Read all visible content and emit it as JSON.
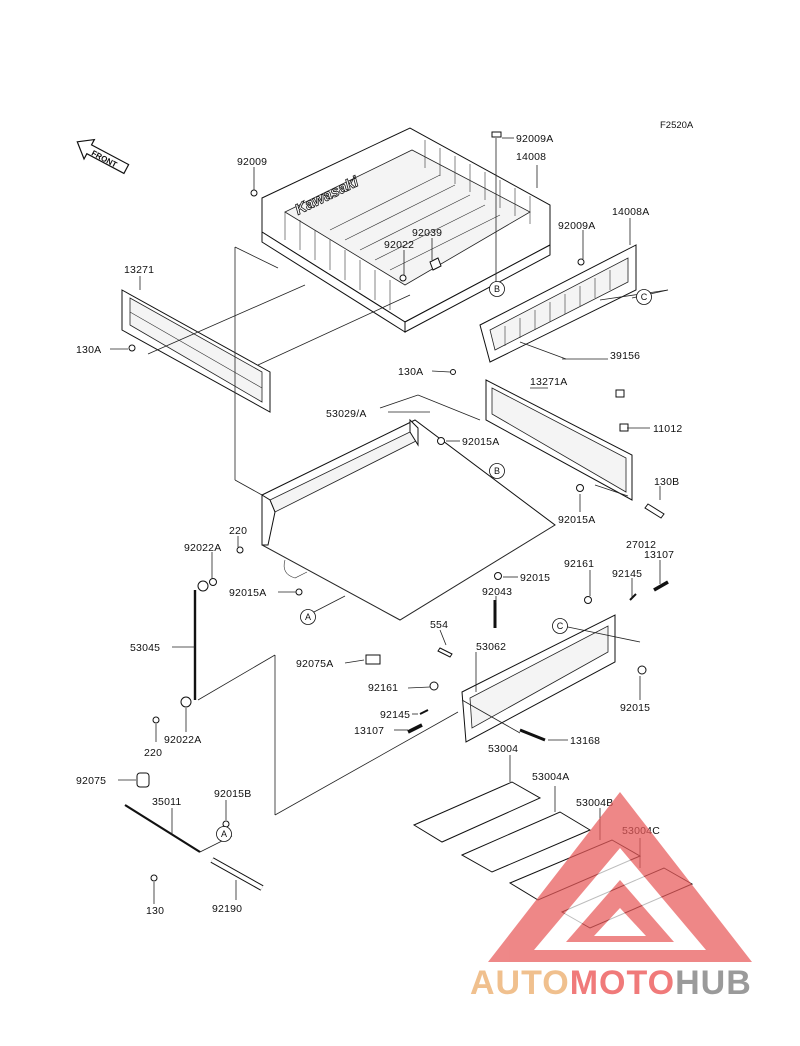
{
  "diagram_code": "F2520A",
  "front_label": "FRONT",
  "bed_brand": "Kawasaki",
  "callouts": {
    "a": "A",
    "b": "B",
    "c": "C"
  },
  "labels": {
    "p92009": "92009",
    "p92009A_top": "92009A",
    "p14008": "14008",
    "p92009A_right": "92009A",
    "p14008A": "14008A",
    "p92039": "92039",
    "p92022": "92022",
    "p13271": "13271",
    "p130A_left": "130A",
    "p39156": "39156",
    "p130A_mid": "130A",
    "p13271A": "13271A",
    "p53029A": "53029/A",
    "p92015A_top": "92015A",
    "p11012": "11012",
    "p130B": "130B",
    "p92015A_mid": "92015A",
    "p220_top": "220",
    "p92022A_top": "92022A",
    "p27012": "27012",
    "p13107_right": "13107",
    "p92161_right": "92161",
    "p92145_right": "92145",
    "p92015A_left": "92015A",
    "p92015_center": "92015",
    "p92043": "92043",
    "p554": "554",
    "p53045": "53045",
    "p92075A": "92075A",
    "p53062": "53062",
    "p92015_right": "92015",
    "p92161_left": "92161",
    "p92145_left": "92145",
    "p13107_left": "13107",
    "p13168": "13168",
    "p220_bottom": "220",
    "p92022A_bottom": "92022A",
    "p53004": "53004",
    "p53004A": "53004A",
    "p53004B": "53004B",
    "p53004C": "53004C",
    "p92075": "92075",
    "p35011": "35011",
    "p92015B": "92015B",
    "p130": "130",
    "p92190": "92190"
  },
  "watermark": {
    "part1": "AUTO",
    "part2": "MOTO",
    "part3": "HUB"
  },
  "colors": {
    "watermark_red": "#e85a5a",
    "watermark_orange": "#f0c08e",
    "watermark_gray": "#9a9a9a"
  }
}
